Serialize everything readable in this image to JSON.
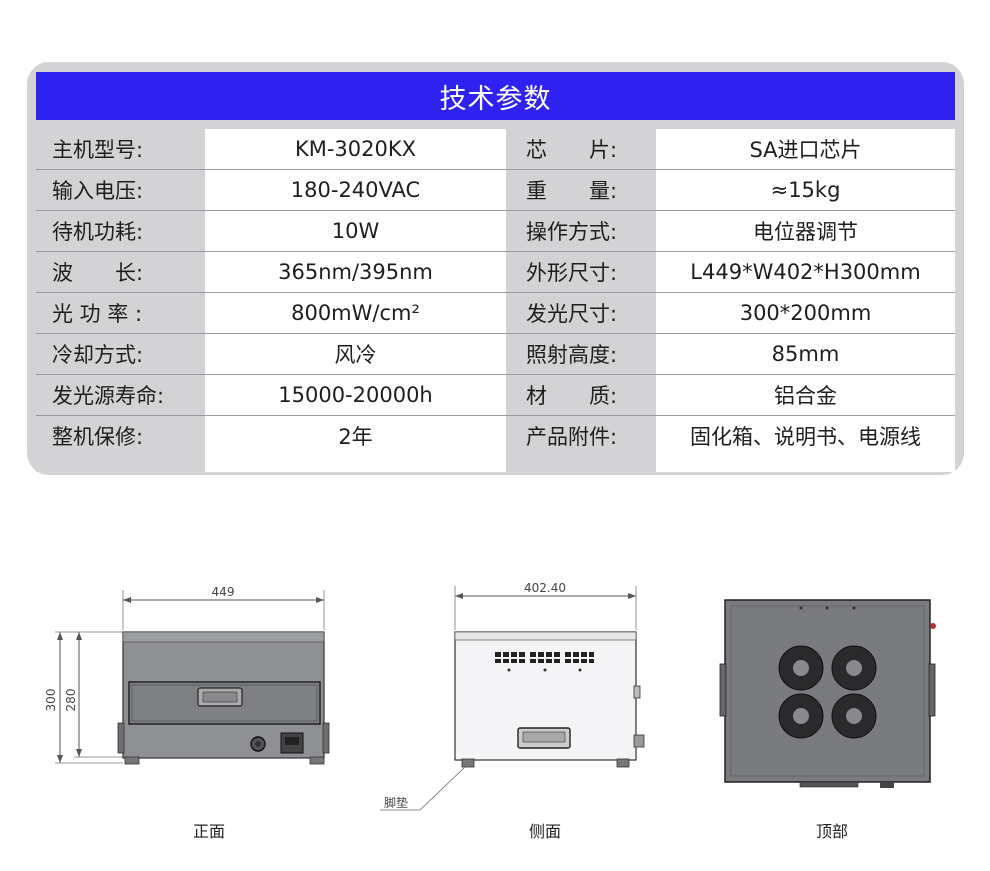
{
  "header": {
    "title": "技术参数"
  },
  "specs": [
    {
      "label": "主机型号:",
      "value": "KM-3020KX",
      "label2": "芯　　片:",
      "value2": "SA进口芯片"
    },
    {
      "label": "输入电压:",
      "value": "180-240VAC",
      "label2": "重　　量:",
      "value2": "≈15kg"
    },
    {
      "label": "待机功耗:",
      "value": "10W",
      "label2": "操作方式:",
      "value2": "电位器调节"
    },
    {
      "label": "波　　长:",
      "value": "365nm/395nm",
      "label2": "外形尺寸:",
      "value2": "L449*W402*H300mm"
    },
    {
      "label": "光 功 率 :",
      "value": "800mW/cm²",
      "label2": "发光尺寸:",
      "value2": "300*200mm"
    },
    {
      "label": "冷却方式:",
      "value": "风冷",
      "label2": "照射高度:",
      "value2": "85mm"
    },
    {
      "label": "发光源寿命:",
      "value": "15000-20000h",
      "label2": "材　　质:",
      "value2": "铝合金"
    },
    {
      "label": "整机保修:",
      "value": "2年",
      "label2": "产品附件:",
      "value2": "固化箱、说明书、电源线"
    }
  ],
  "drawing": {
    "front": {
      "caption": "正面",
      "width": "449",
      "height_outer": "300",
      "height_inner": "280"
    },
    "side": {
      "caption": "侧面",
      "width": "402.40",
      "foot_label": "脚垫"
    },
    "top": {
      "caption": "顶部"
    }
  }
}
